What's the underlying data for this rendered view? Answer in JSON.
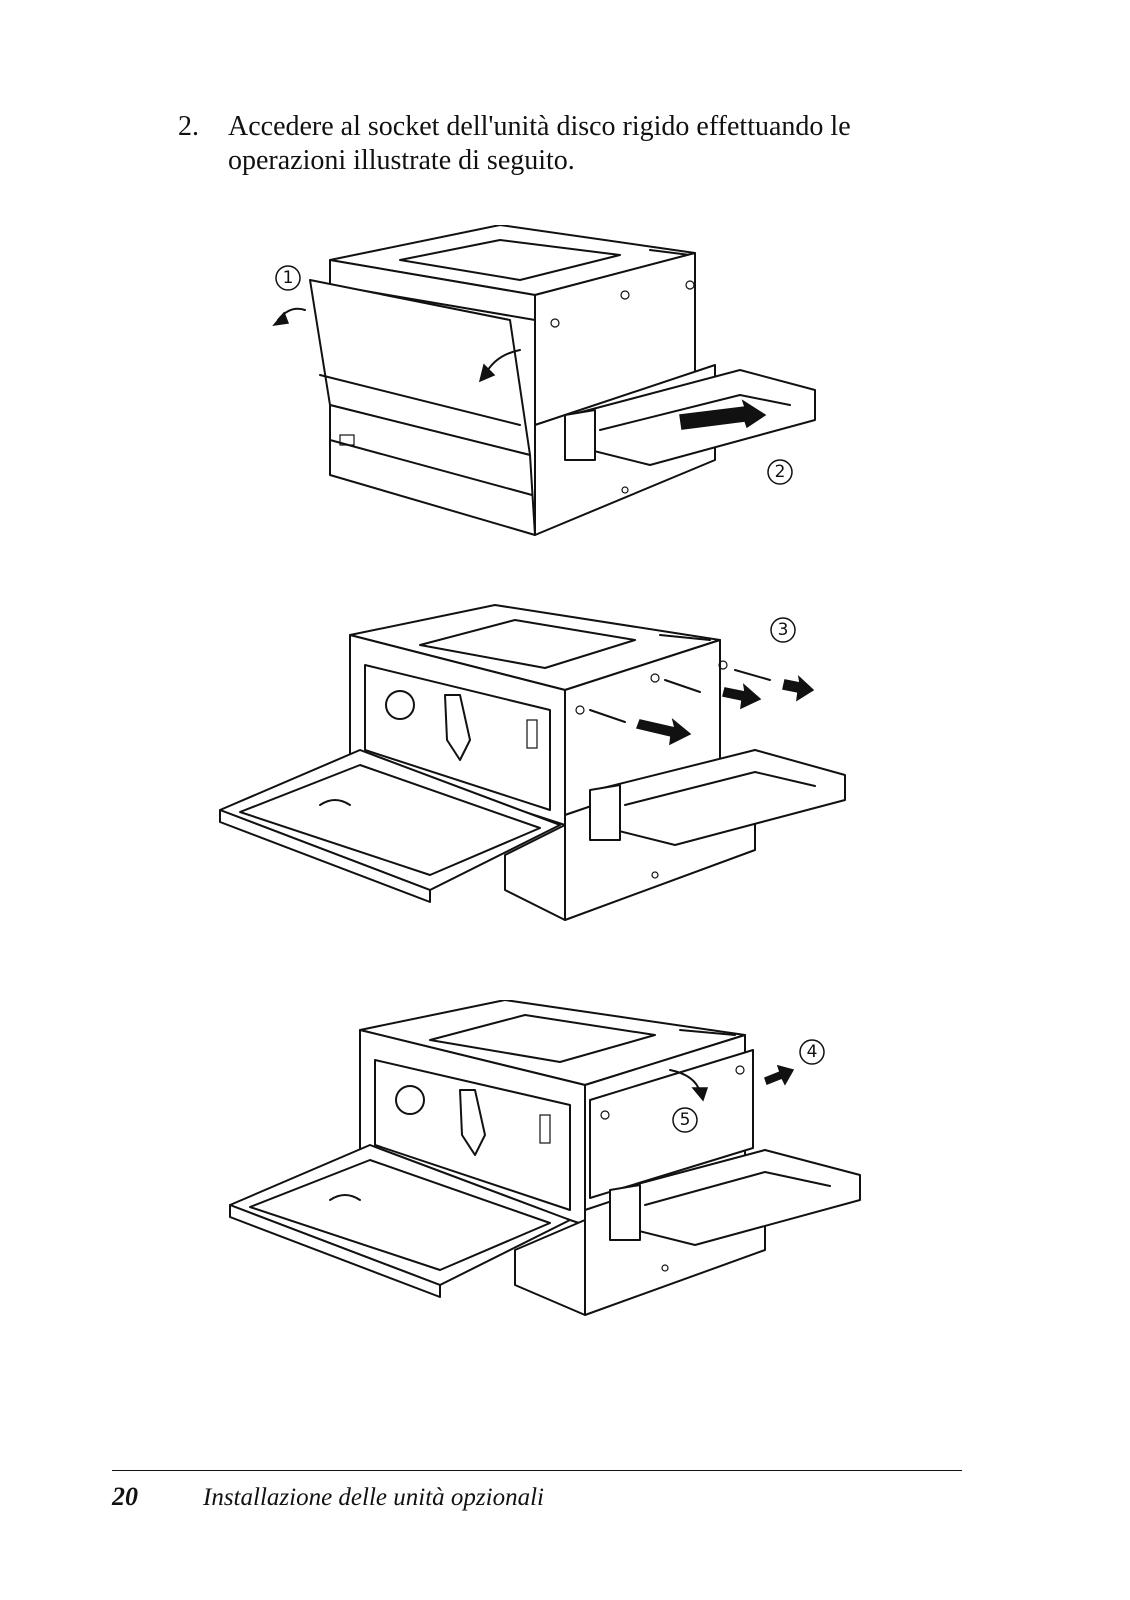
{
  "step": {
    "number": "2.",
    "text": "Accedere al socket dell'unità disco rigido effettuando le operazioni illustrate di seguito."
  },
  "callouts": [
    "1",
    "2",
    "3",
    "4",
    "5"
  ],
  "footer": {
    "page_number": "20",
    "running_title": "Installazione delle unità opzionali"
  }
}
